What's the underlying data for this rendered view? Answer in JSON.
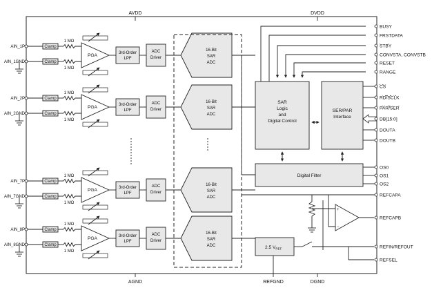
{
  "rails": {
    "avdd": "AVDD",
    "dvdd": "DVDD",
    "agnd": "AGND",
    "refgnd": "REFGND",
    "dgnd": "DGND"
  },
  "channels": [
    {
      "p": "AIN_1P",
      "gnd": "AIN_1GND"
    },
    {
      "p": "AIN_2P",
      "gnd": "AIN_2GND"
    },
    {
      "p": "AIN_7P",
      "gnd": "AIN_7GND"
    },
    {
      "p": "AIN_8P",
      "gnd": "AIN_8GND"
    }
  ],
  "blocks": {
    "clamp": "Clamp",
    "resistor": "1 MΩ",
    "pga": "PGA",
    "lpf": [
      "3rd-Order",
      "LPF"
    ],
    "driver": [
      "ADC",
      "Driver"
    ],
    "adc": [
      "16-Bit",
      "SAR",
      "ADC"
    ],
    "sar_logic": [
      "SAR",
      "Logic",
      "and",
      "Digital Control"
    ],
    "ser_par": [
      "SER/PAR",
      "Interface"
    ],
    "digital_filter": "Digital Filter",
    "vref": {
      "main": "2.5 V",
      "sub": "REF"
    }
  },
  "pins_right": [
    {
      "label": "BUSY",
      "overline": false
    },
    {
      "label": "FRSTDATA",
      "overline": false
    },
    {
      "label": "STBY",
      "overline": true
    },
    {
      "label": "CONVSTA, CONVSTB",
      "overline": false
    },
    {
      "label": "RESET",
      "overline": false
    },
    {
      "label": "RANGE",
      "overline": false
    },
    {
      "label": "CS",
      "overline": true
    },
    {
      "label": "RD/SCLK",
      "overline": true
    },
    {
      "label": "PAR/SER",
      "overline": true
    },
    {
      "label": "DB[15:0]",
      "overline": false
    },
    {
      "label": "DOUTA",
      "overline": false
    },
    {
      "label": "DOUTB",
      "overline": false
    },
    {
      "label": "OS0",
      "overline": false
    },
    {
      "label": "OS1",
      "overline": false
    },
    {
      "label": "OS2",
      "overline": false
    },
    {
      "label": "REFCAPA",
      "overline": false
    },
    {
      "label": "REFCAPB",
      "overline": false
    },
    {
      "label": "REFIN/REFOUT",
      "overline": false
    },
    {
      "label": "REFSEL",
      "overline": false
    }
  ]
}
